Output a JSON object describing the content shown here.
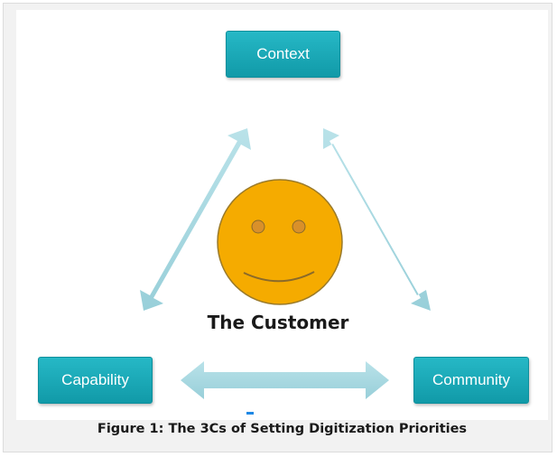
{
  "diagram": {
    "nodes": {
      "context": "Context",
      "capability": "Capability",
      "community": "Community"
    },
    "center_label": "The Customer",
    "caption": "Figure 1: The 3Cs of Setting Digitization Priorities",
    "colors": {
      "box": "#17a9b8",
      "arrow": "#a8d8e0",
      "face": "#f5ab00",
      "face_outline": "#9a7a2a"
    }
  }
}
